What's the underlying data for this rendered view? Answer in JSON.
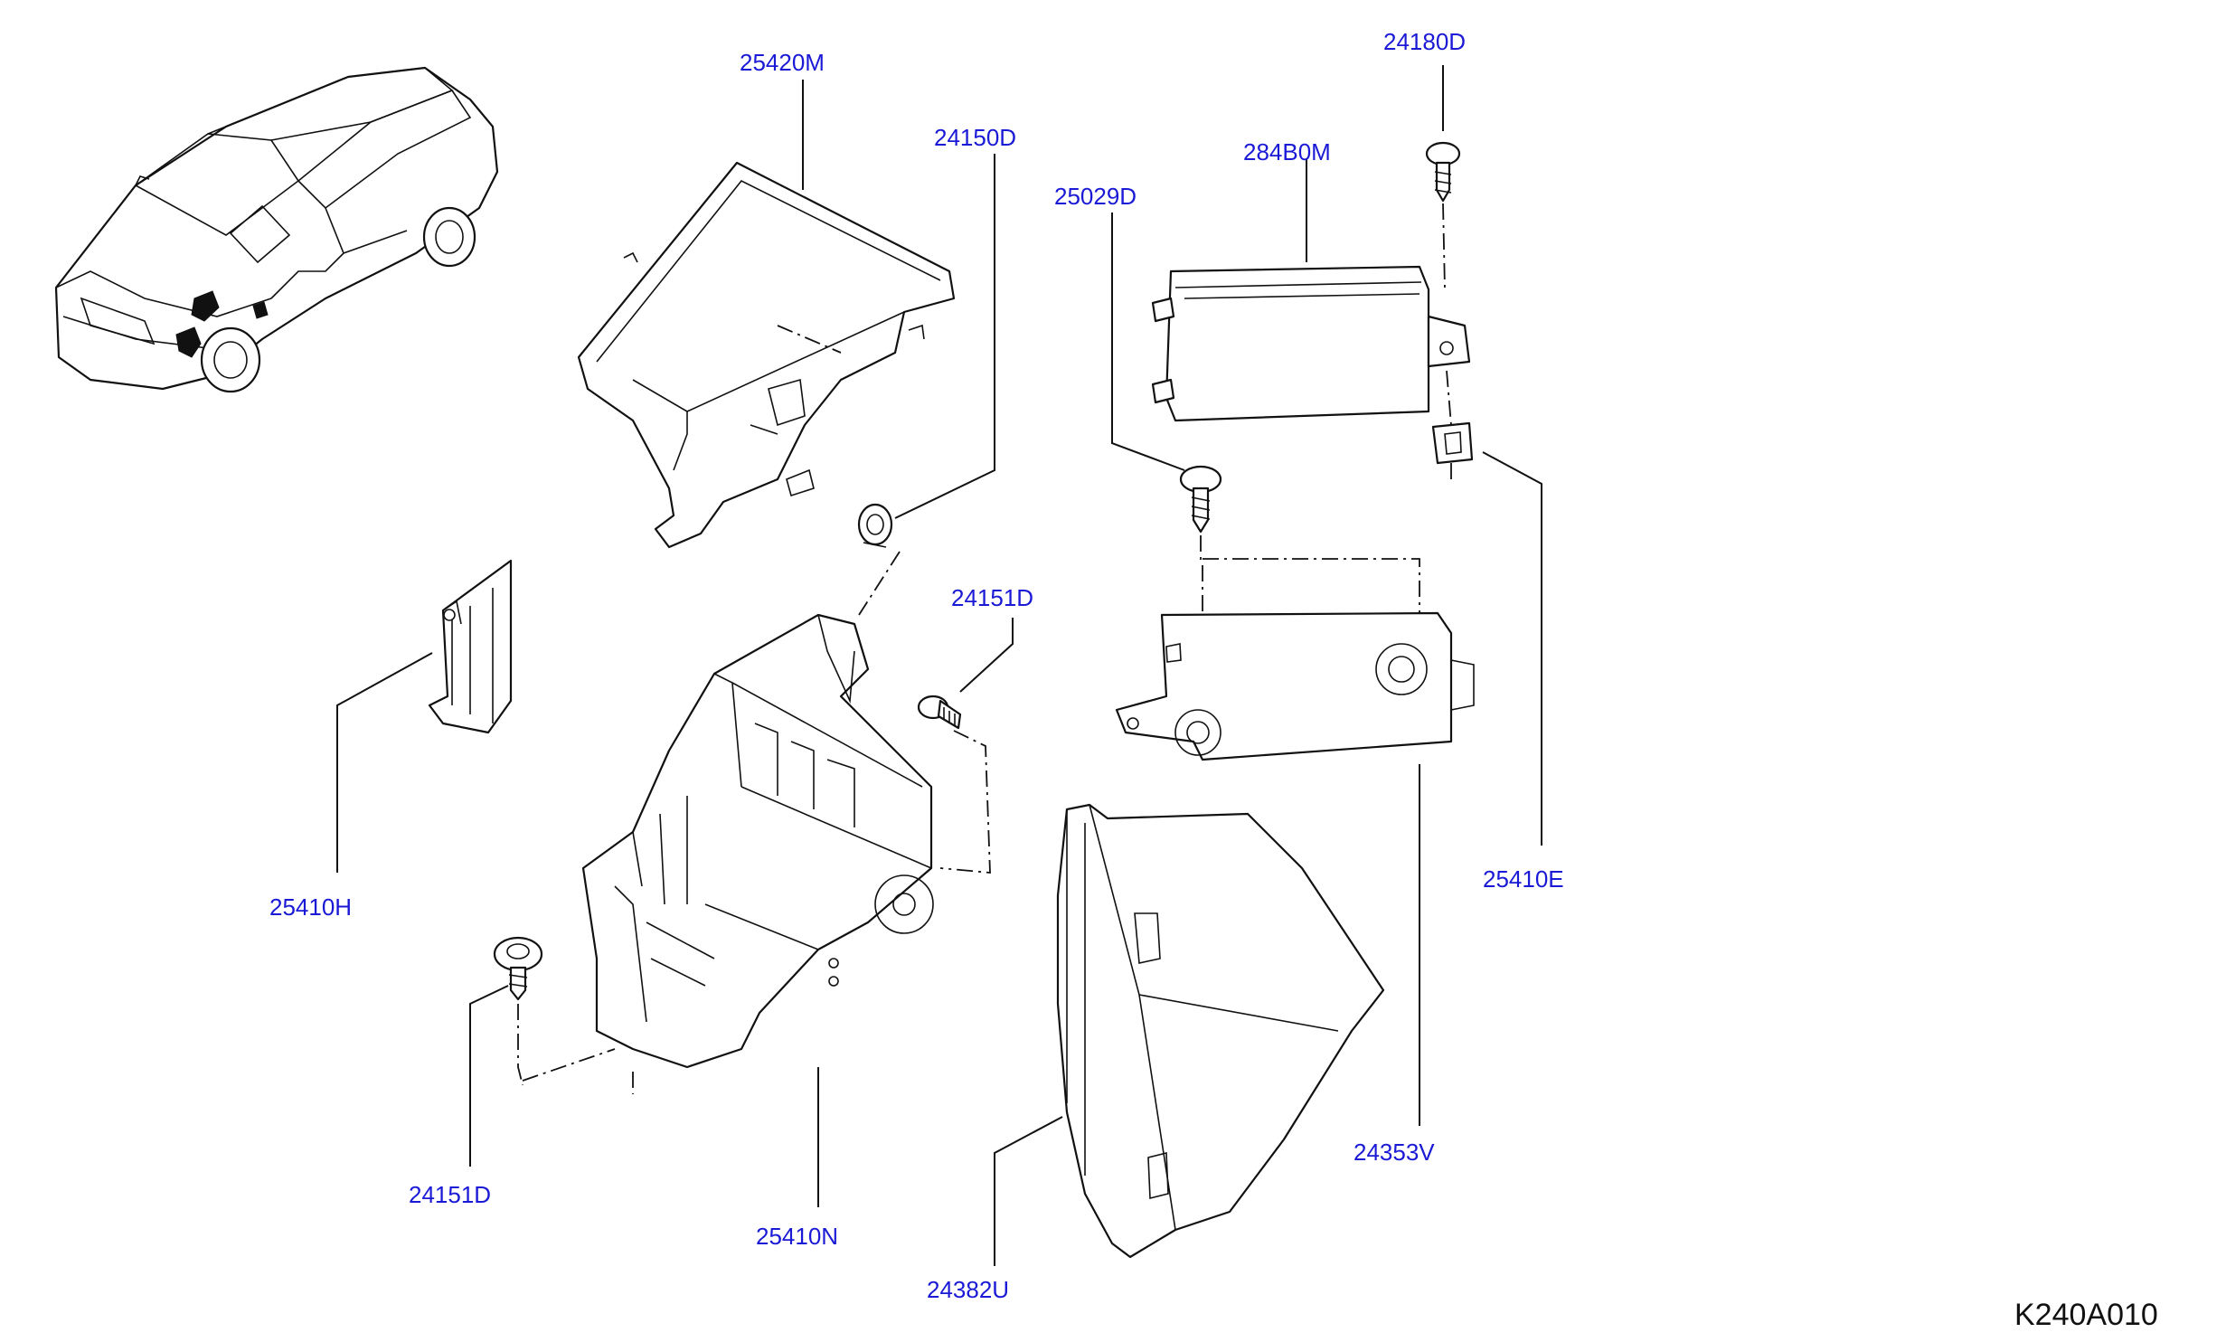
{
  "parts": {
    "p25420M": "25420M",
    "p24150D": "24150D",
    "p24180D": "24180D",
    "p284B0M": "284B0M",
    "p25029D": "25029D",
    "p24151D_upper": "24151D",
    "p25410H": "25410H",
    "p25410E": "25410E",
    "p24353V": "24353V",
    "p24151D_lower": "24151D",
    "p25410N": "25410N",
    "p24382U": "24382U"
  },
  "diagram_code": "K240A010",
  "colors": {
    "part_label": "#1a1ad6",
    "line": "#111111",
    "background": "#ffffff"
  }
}
